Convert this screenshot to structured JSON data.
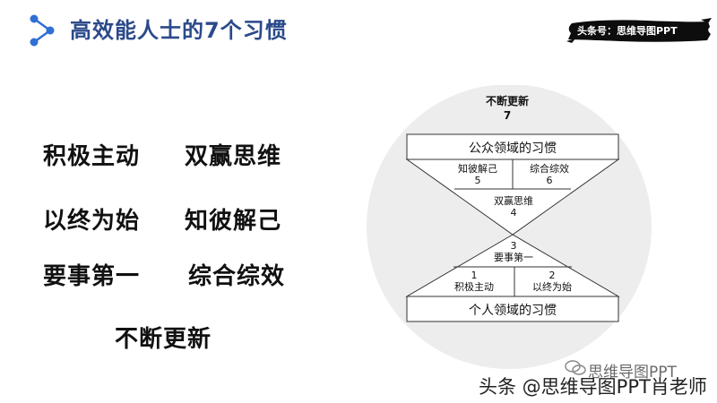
{
  "slide": {
    "title": "高效能人士的7个习惯",
    "brand_tag": "头条号：思维导图PPT",
    "colors": {
      "title": "#2b4a8a",
      "accent": "#2f6fd6"
    }
  },
  "habits": [
    {
      "text": "积极主动"
    },
    {
      "text": "双赢思维"
    },
    {
      "text": "以终为始"
    },
    {
      "text": "知彼解己"
    },
    {
      "text": "要事第一"
    },
    {
      "text": "综合综效"
    },
    {
      "text": "不断更新"
    }
  ],
  "diagram": {
    "top_title": "不断更新",
    "top_number": "7",
    "public_box": "公众领域的习惯",
    "private_box": "个人领域的习惯",
    "h5": {
      "label": "知彼解己",
      "num": "5"
    },
    "h6": {
      "label": "综合综效",
      "num": "6"
    },
    "h4": {
      "label": "双赢思维",
      "num": "4"
    },
    "h3": {
      "label": "要事第一",
      "num": "3"
    },
    "h1": {
      "label": "积极主动",
      "num": "1"
    },
    "h2": {
      "label": "以终为始",
      "num": "2"
    }
  },
  "watermark": {
    "line1": "思维导图PPT",
    "line2": "头条 @思维导图PPT肖老师"
  }
}
